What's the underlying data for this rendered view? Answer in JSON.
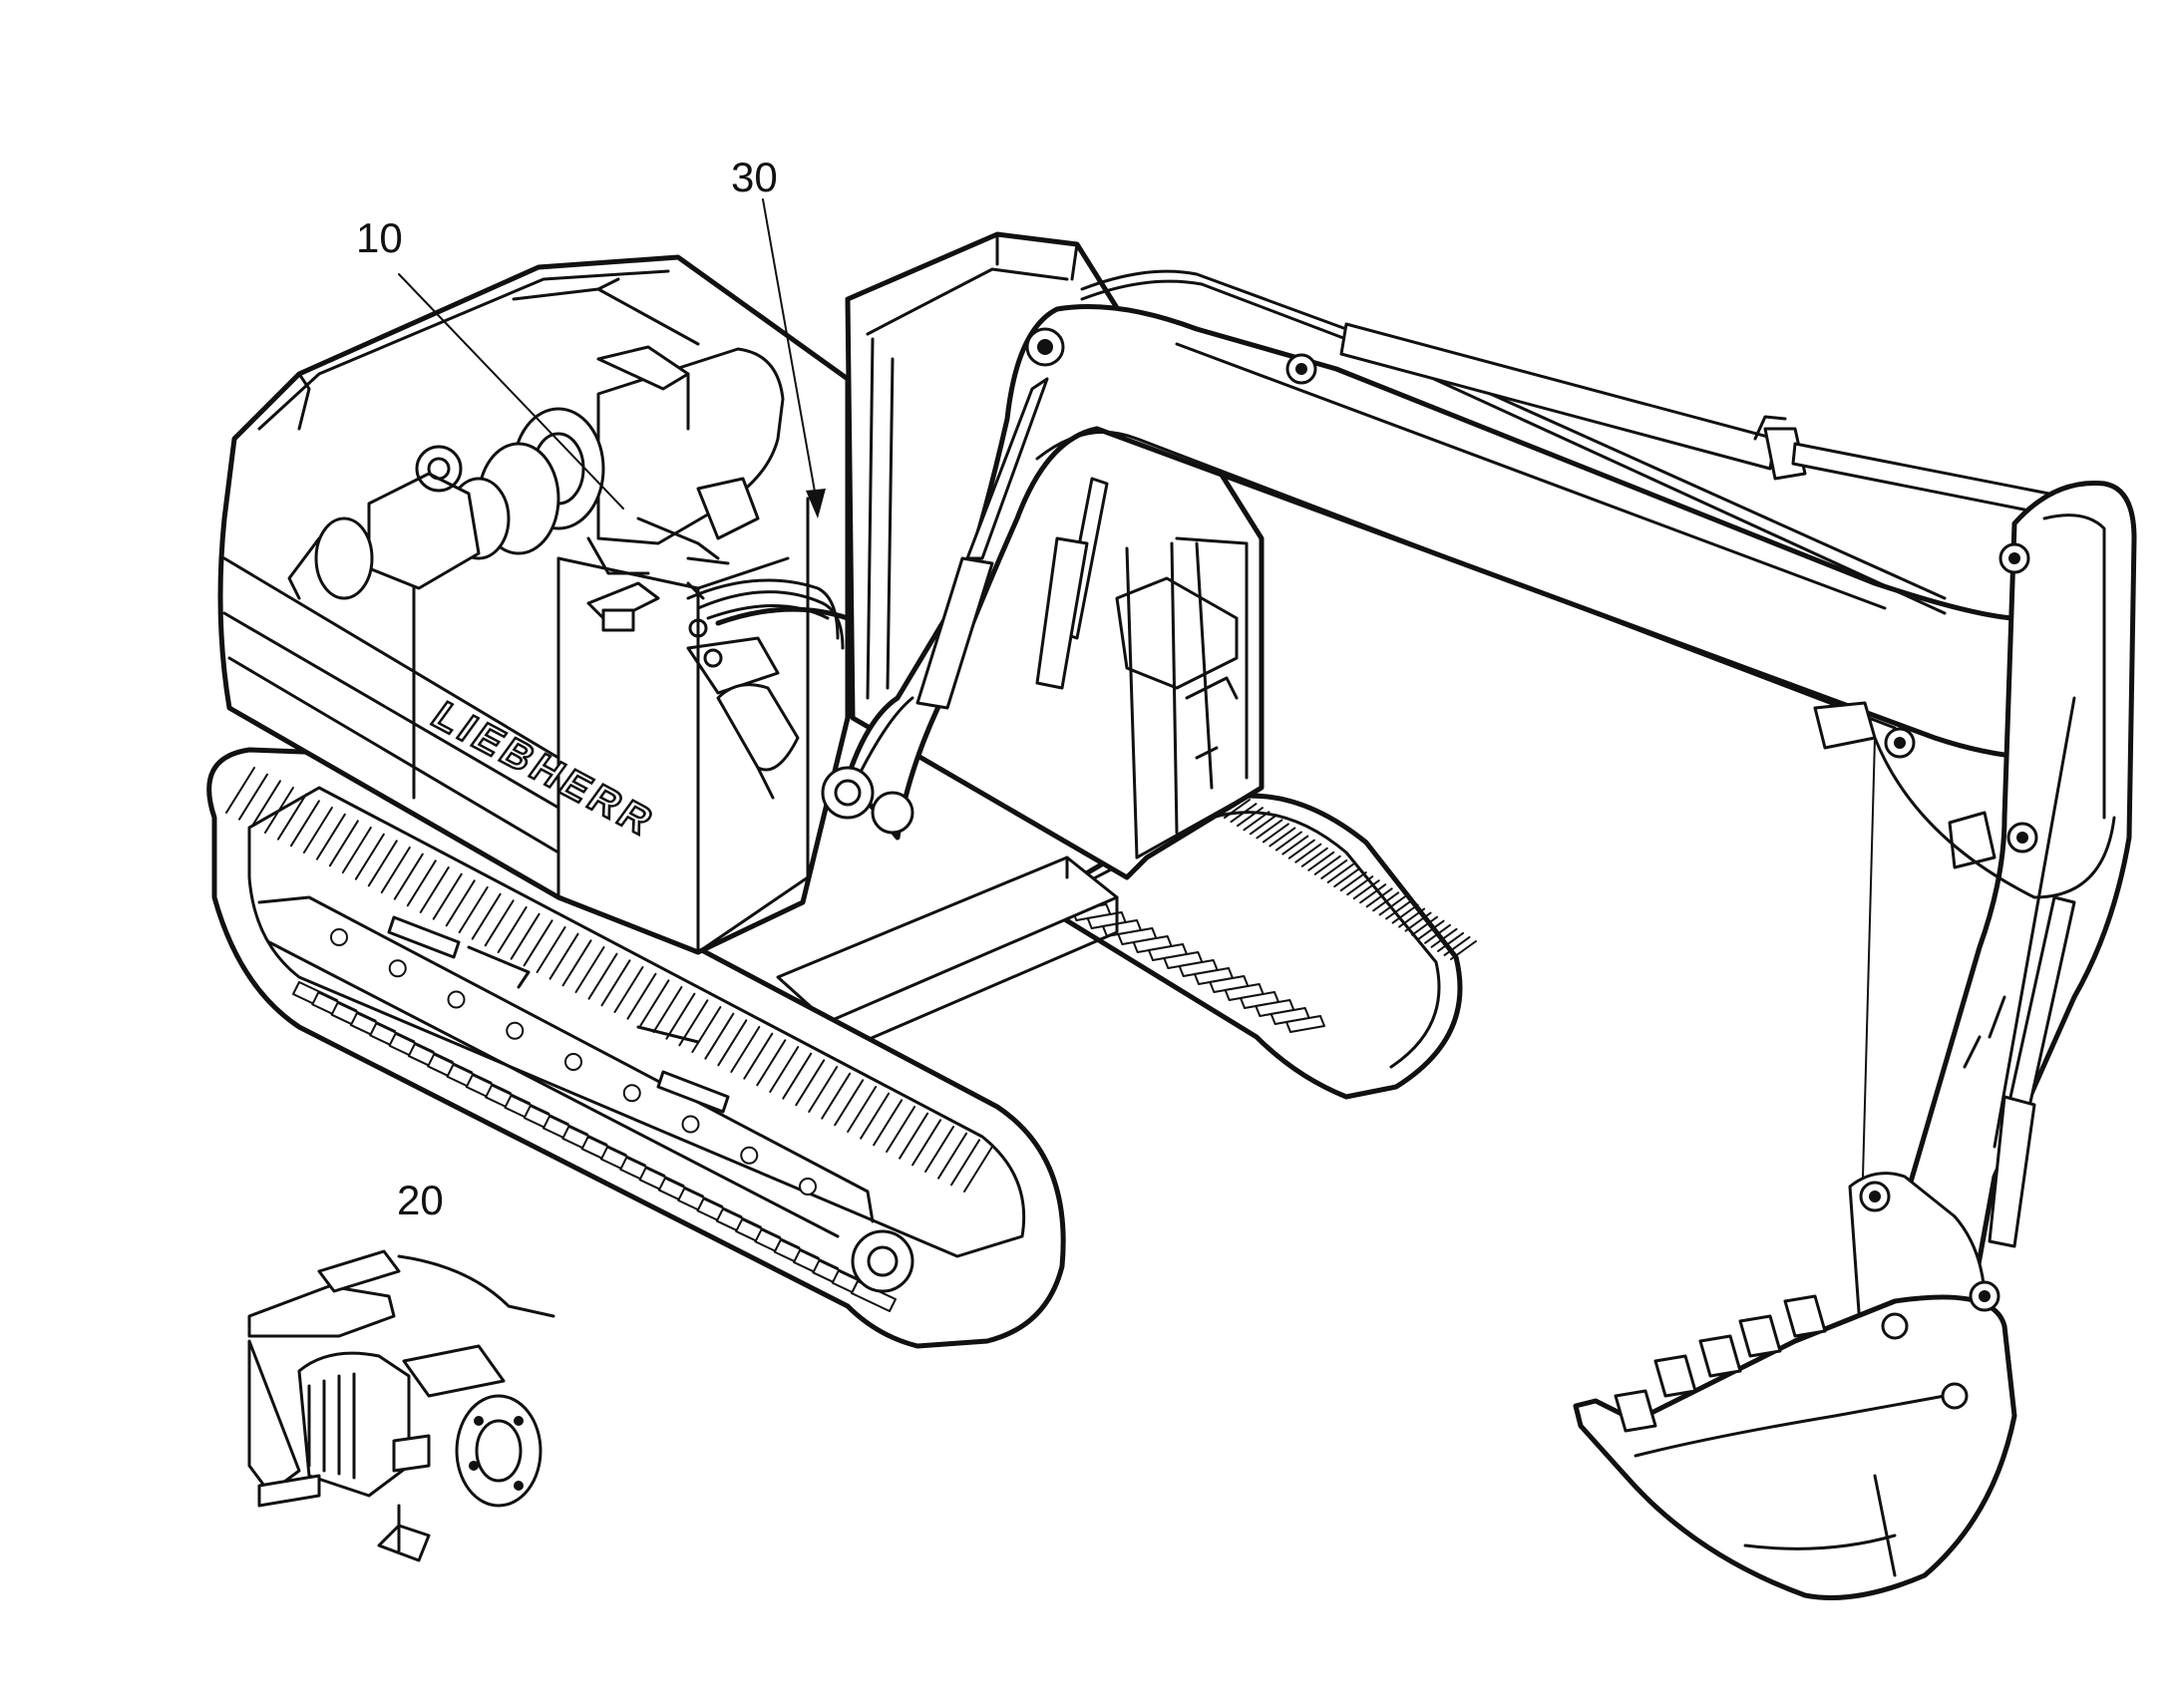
{
  "callouts": [
    {
      "id": "10",
      "text": "10"
    },
    {
      "id": "20",
      "text": "20"
    },
    {
      "id": "30",
      "text": "30"
    }
  ],
  "brand_lettering": "LIEBHERR",
  "colors": {
    "line": "#111111",
    "background": "#ffffff"
  }
}
